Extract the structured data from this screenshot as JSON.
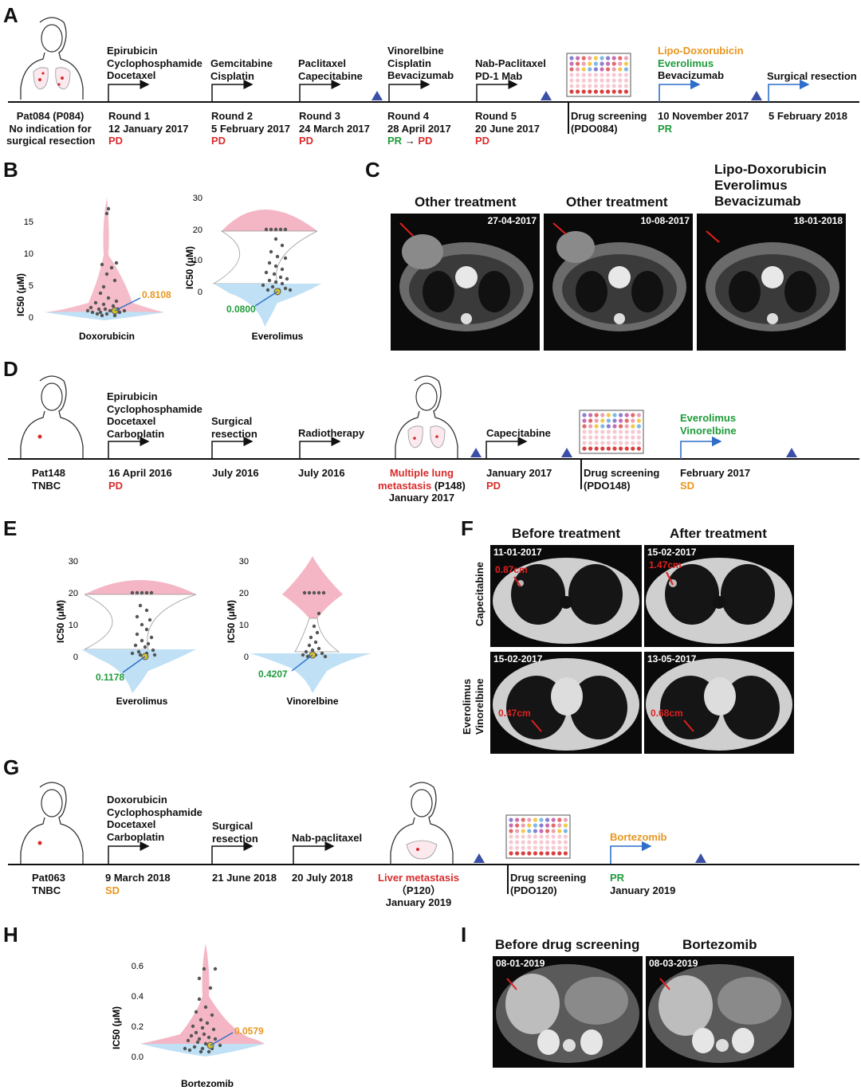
{
  "panels": {
    "A": "A",
    "B": "B",
    "C": "C",
    "D": "D",
    "E": "E",
    "F": "F",
    "G": "G",
    "H": "H",
    "I": "I"
  },
  "timelineA": {
    "patient": [
      "Pat084 (P084)",
      "No indication for",
      "surgical resection"
    ],
    "steps": [
      {
        "drugs": [
          "Epirubicin",
          "Cyclophosphamide",
          "Docetaxel"
        ],
        "round": "Round 1",
        "date": "12 January 2017",
        "result": "PD"
      },
      {
        "drugs": [
          "Gemcitabine",
          "Cisplatin"
        ],
        "round": "Round 2",
        "date": "5 February 2017",
        "result": "PD"
      },
      {
        "drugs": [
          "Paclitaxel",
          "Capecitabine"
        ],
        "round": "Round 3",
        "date": "24 March 2017",
        "result": "PD"
      },
      {
        "drugs": [
          "Vinorelbine",
          "Cisplatin",
          "Bevacizumab"
        ],
        "round": "Round 4",
        "date": "28 April 2017",
        "result_a": "PR",
        "result_b": "PD"
      },
      {
        "drugs": [
          "Nab-Paclitaxel",
          "PD-1 Mab"
        ],
        "round": "Round 5",
        "date": "20 June 2017",
        "result": "PD"
      }
    ],
    "screening": [
      "Drug screening",
      "(PDO084)"
    ],
    "final_drugs": [
      "Lipo-Doxorubicin",
      "Everolimus",
      "Bevacizumab"
    ],
    "final_date": "10 November 2017",
    "final_result": "PR",
    "surgery_label": "Surgical resection",
    "surgery_date": "5 February 2018"
  },
  "panelB": {
    "ylabel": "IC50 (μM)",
    "left": {
      "name": "Doxorubicin",
      "value": "0.8108",
      "ticks": [
        "0",
        "5",
        "10",
        "15"
      ]
    },
    "right": {
      "name": "Everolimus",
      "value": "0.0800",
      "ticks": [
        "0",
        "10",
        "20",
        "30"
      ]
    }
  },
  "panelC": {
    "titles": [
      "Other treatment",
      "Other treatment",
      "Lipo-Doxorubicin",
      "Everolimus",
      "Bevacizumab"
    ],
    "dates": [
      "27-04-2017",
      "10-08-2017",
      "18-01-2018"
    ]
  },
  "timelineD": {
    "patient": [
      "Pat148",
      "TNBC"
    ],
    "s1_drugs": [
      "Epirubicin",
      "Cyclophosphamide",
      "Docetaxel",
      "Carboplatin"
    ],
    "s1_date": "16 April 2016",
    "s1_result": "PD",
    "s2": [
      "Surgical",
      "resection"
    ],
    "s2_date": "July 2016",
    "s3": "Radiotherapy",
    "s3_date": "July 2016",
    "metastasis": [
      "Multiple lung",
      "metastasis"
    ],
    "metastasis_code": " (P148)",
    "metastasis_date": "January 2017",
    "s4": "Capecitabine",
    "s4_date": "January 2017",
    "s4_result": "PD",
    "screening": [
      "Drug screening",
      "(PDO148)"
    ],
    "final_drugs": [
      "Everolimus",
      "Vinorelbine"
    ],
    "final_date": "February 2017",
    "final_result": "SD"
  },
  "panelE": {
    "ylabel": "IC50 (μM)",
    "left": {
      "name": "Everolimus",
      "value": "0.1178",
      "ticks": [
        "0",
        "10",
        "20",
        "30"
      ]
    },
    "right": {
      "name": "Vinorelbine",
      "value": "0.4207",
      "ticks": [
        "0",
        "10",
        "20",
        "30"
      ]
    }
  },
  "panelF": {
    "headers": [
      "Before treatment",
      "After treatment"
    ],
    "row_labels": [
      "Capecitabine",
      "Everolimus",
      "Vinorelbine"
    ],
    "dates": [
      "11-01-2017",
      "15-02-2017",
      "15-02-2017",
      "13-05-2017"
    ],
    "measures": [
      "0.87cm",
      "1.47cm",
      "0.47cm",
      "0.68cm"
    ]
  },
  "timelineG": {
    "patient": [
      "Pat063",
      "TNBC"
    ],
    "s1_drugs": [
      "Doxorubicin",
      "Cyclophosphamide",
      "Docetaxel",
      "Carboplatin"
    ],
    "s1_date": "9 March 2018",
    "s1_result": "SD",
    "s2": [
      "Surgical",
      "resection"
    ],
    "s2_date": "21 June 2018",
    "s3": "Nab-paclitaxel",
    "s3_date": "20 July 2018",
    "metastasis": "Liver metastasis",
    "metastasis_code": "（P120）",
    "metastasis_date": "January 2019",
    "screening": [
      "Drug screening",
      "(PDO120)"
    ],
    "final_drugs": "Bortezomib",
    "final_result": "PR",
    "final_date": "January 2019"
  },
  "panelH": {
    "ylabel": "IC50 (μM)",
    "name": "Bortezomib",
    "value": "0.0579",
    "ticks": [
      "0.0",
      "0.2",
      "0.4",
      "0.6"
    ]
  },
  "panelI": {
    "headers": [
      "Before drug screening",
      "Bortezomib"
    ],
    "dates": [
      "08-01-2019",
      "08-03-2019"
    ]
  },
  "colors": {
    "red": "#d92b2b",
    "green": "#1e9b3a",
    "orange": "#e8961e",
    "blue": "#2f6fc9",
    "pink": "#f4b6c4",
    "lightblue": "#bfe0f5"
  }
}
